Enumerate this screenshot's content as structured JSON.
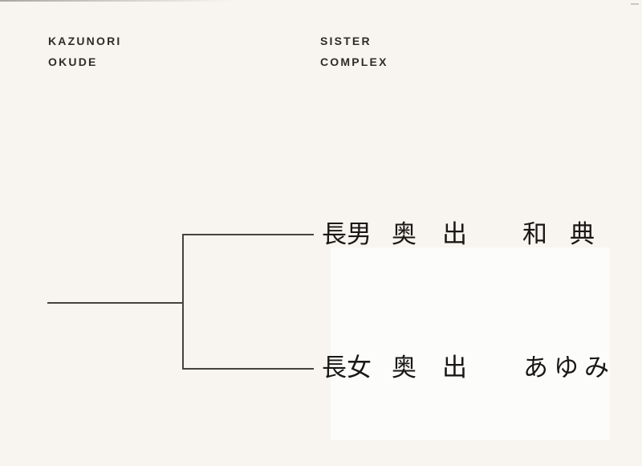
{
  "page": {
    "background_color": "#f8f4ef",
    "paper_patch_color": "#fcfcfa",
    "tree_line_color": "#46433e",
    "header_text_color": "#2e2c29",
    "name_text_color": "#1a1815"
  },
  "header": {
    "author_line1": "KAZUNORI",
    "author_line2": "OKUDE",
    "title_line1": "SISTER",
    "title_line2": "COMPLEX"
  },
  "family_tree": {
    "rows": [
      {
        "segments": [
          {
            "text": "長男"
          },
          {
            "text": "奥"
          },
          {
            "text": "出"
          },
          {
            "text": "和"
          },
          {
            "text": "典"
          }
        ]
      },
      {
        "segments": [
          {
            "text": "長女"
          },
          {
            "text": "奥"
          },
          {
            "text": "出"
          },
          {
            "text": "あ"
          },
          {
            "text": "ゆ"
          },
          {
            "text": "み"
          }
        ]
      }
    ]
  }
}
